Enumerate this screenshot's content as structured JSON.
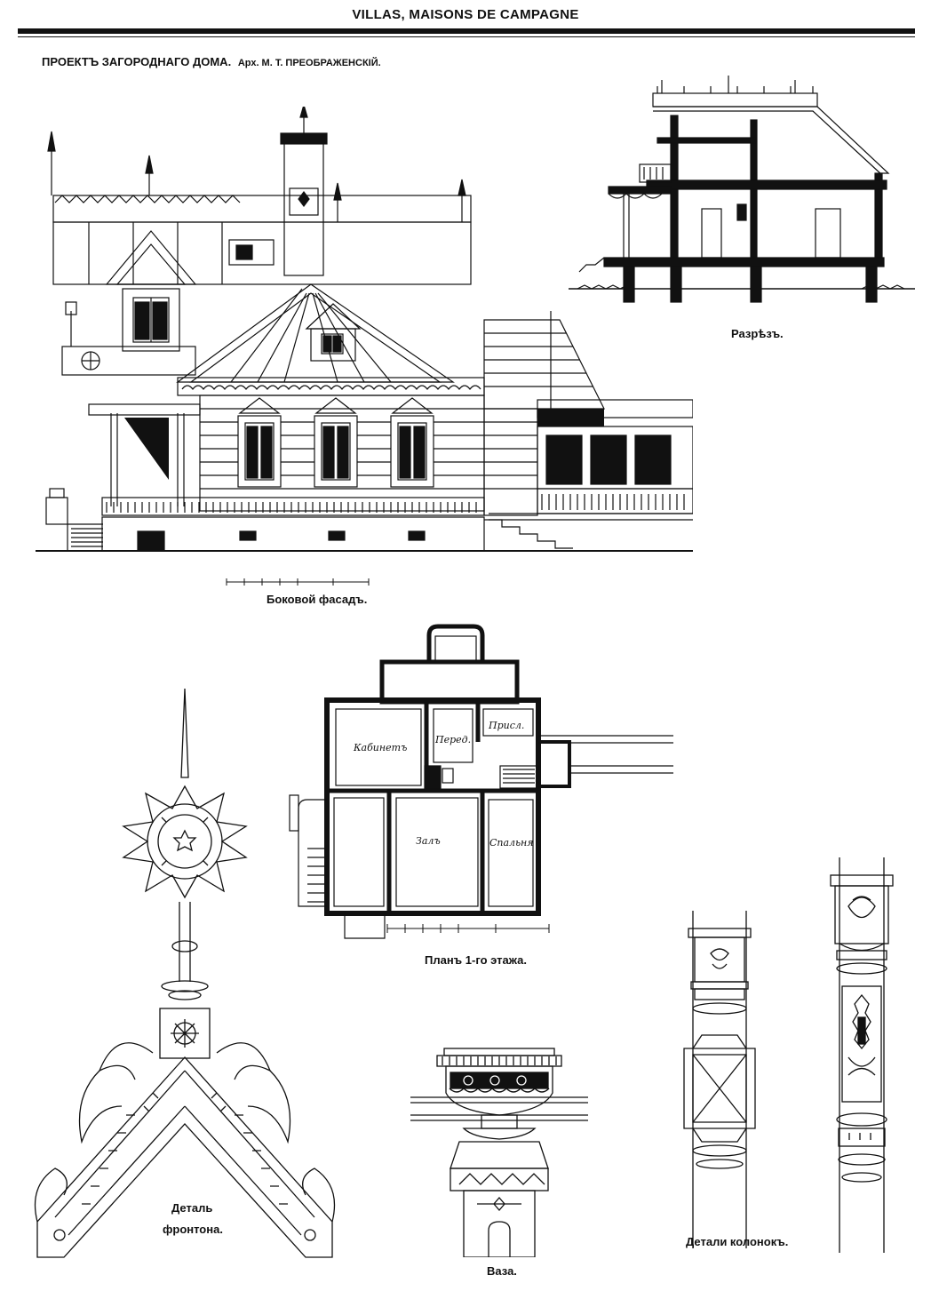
{
  "header": {
    "title": "VILLAS, MAISONS DE CAMPAGNE"
  },
  "project": {
    "title": "ПРОЕКТЪ ЗАГОРОДНАГО ДОМА.",
    "architect": "Арх. М. Т. ПРЕОБРАЖЕНСКІЙ."
  },
  "captions": {
    "section": "Разрѣзъ.",
    "side_facade": "Боковой фасадъ.",
    "plan": "Планъ 1-го этажа.",
    "gable_detail_1": "Деталь",
    "gable_detail_2": "фронтона.",
    "vase": "Ваза.",
    "columns": "Детали колонокъ."
  },
  "plan_rooms": {
    "cabinet": "Кабинетъ",
    "hall": "Перед.",
    "maid": "Присл.",
    "salon": "Залъ",
    "bedroom": "Спальня"
  }
}
